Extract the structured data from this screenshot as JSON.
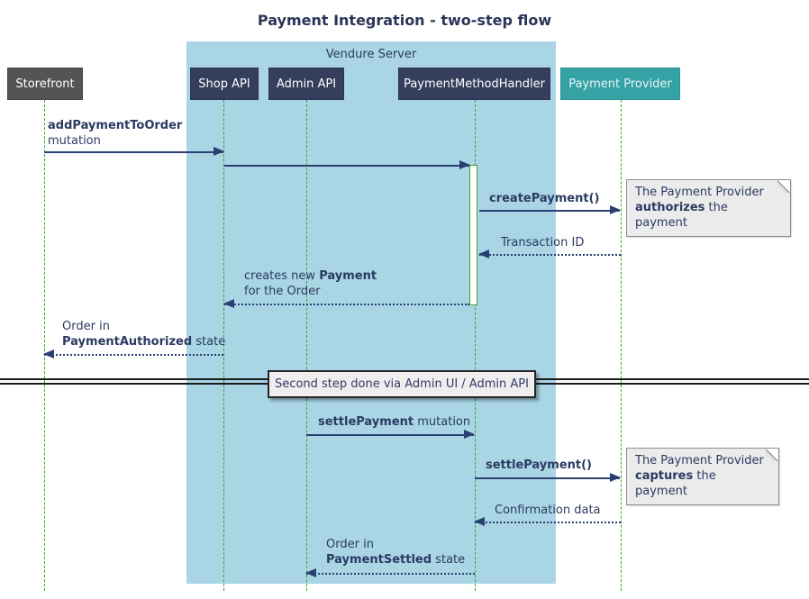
{
  "title": "Payment Integration - two-step flow",
  "colors": {
    "server_container": "#a9d5e5",
    "participant_navy": "#353e5c",
    "participant_gray": "#545454",
    "participant_teal": "#35a2a6",
    "lifeline_green": "#3fa22c",
    "arrow_navy": "#2a4073",
    "note_bg": "#ebebeb",
    "divider_box_bg": "#eeeeee"
  },
  "participants": {
    "server_label": "Vendure Server",
    "storefront": "Storefront",
    "shop_api": "Shop API",
    "admin_api": "Admin API",
    "handler": "PaymentMethodHandler",
    "provider": "Payment Provider"
  },
  "messages": {
    "add_payment": {
      "bold": "addPaymentToOrder",
      "line2": "mutation"
    },
    "create_payment": {
      "bold": "createPayment()"
    },
    "transaction_id": {
      "text": "Transaction ID"
    },
    "creates_payment": {
      "pre": "creates new ",
      "bold": "Payment",
      "line2": "for the Order"
    },
    "order_authorized": {
      "line1": "Order in",
      "bold": "PaymentAuthorized",
      "post": " state"
    },
    "settle_mutation": {
      "bold": "settlePayment",
      "post": " mutation"
    },
    "settle_call": {
      "bold": "settlePayment()"
    },
    "confirmation": {
      "text": "Confirmation data"
    },
    "order_settled": {
      "line1": "Order in",
      "bold": "PaymentSettled",
      "post": " state"
    }
  },
  "notes": {
    "authorize": {
      "line1": "The Payment Provider",
      "bold": "authorizes",
      "post": " the payment"
    },
    "capture": {
      "line1": "The Payment Provider",
      "bold": "captures",
      "post": " the payment"
    }
  },
  "divider": {
    "label": "Second step done via Admin UI / Admin API"
  }
}
